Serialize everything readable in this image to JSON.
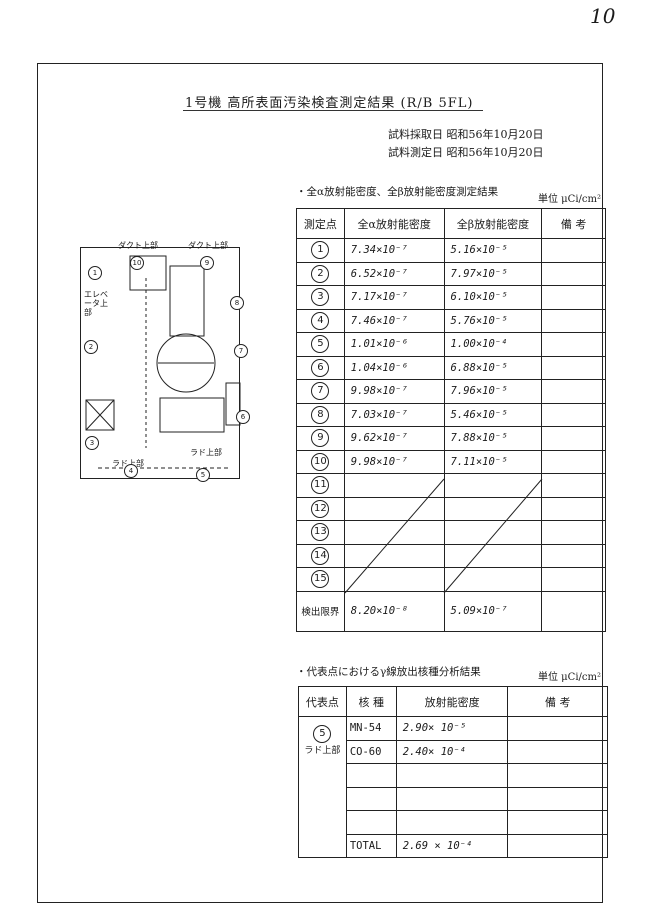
{
  "page_number": "10",
  "title": "1号機 高所表面汚染検査測定結果 (R/B 5FL)",
  "sample_dates": {
    "collection": "試料採取日 昭和56年10月20日",
    "measurement": "試料測定日 昭和56年10月20日"
  },
  "section1": {
    "heading": "・全α放射能密度、全β放射能密度測定結果",
    "unit": "単位 μCi/cm²",
    "headers": [
      "測定点",
      "全α放射能密度",
      "全β放射能密度",
      "備 考"
    ],
    "rows": [
      {
        "point": "1",
        "alpha": "7.34×10⁻⁷",
        "beta": "5.16×10⁻⁵"
      },
      {
        "point": "2",
        "alpha": "6.52×10⁻⁷",
        "beta": "7.97×10⁻⁵"
      },
      {
        "point": "3",
        "alpha": "7.17×10⁻⁷",
        "beta": "6.10×10⁻⁵"
      },
      {
        "point": "4",
        "alpha": "7.46×10⁻⁷",
        "beta": "5.76×10⁻⁵"
      },
      {
        "point": "5",
        "alpha": "1.01×10⁻⁶",
        "beta": "1.00×10⁻⁴"
      },
      {
        "point": "6",
        "alpha": "1.04×10⁻⁶",
        "beta": "6.88×10⁻⁵"
      },
      {
        "point": "7",
        "alpha": "9.98×10⁻⁷",
        "beta": "7.96×10⁻⁵"
      },
      {
        "point": "8",
        "alpha": "7.03×10⁻⁷",
        "beta": "5.46×10⁻⁵"
      },
      {
        "point": "9",
        "alpha": "9.62×10⁻⁷",
        "beta": "7.88×10⁻⁵"
      },
      {
        "point": "10",
        "alpha": "9.98×10⁻⁷",
        "beta": "7.11×10⁻⁵"
      },
      {
        "point": "11",
        "alpha": "",
        "beta": ""
      },
      {
        "point": "12",
        "alpha": "",
        "beta": ""
      },
      {
        "point": "13",
        "alpha": "",
        "beta": ""
      },
      {
        "point": "14",
        "alpha": "",
        "beta": ""
      },
      {
        "point": "15",
        "alpha": "",
        "beta": ""
      }
    ],
    "limit_label": "検出限界",
    "limit_alpha": "8.20×10⁻⁸",
    "limit_beta": "5.09×10⁻⁷"
  },
  "section2": {
    "heading": "・代表点におけるγ線放出核種分析結果",
    "unit": "単位 μCi/cm²",
    "headers": [
      "代表点",
      "核 種",
      "放射能密度",
      "備 考"
    ],
    "rep_point": "5",
    "rep_label": "ラド上部",
    "rows": [
      {
        "nuclide": "MN-54",
        "value": "2.90× 10⁻⁵"
      },
      {
        "nuclide": "CO-60",
        "value": "2.40× 10⁻⁴"
      },
      {
        "nuclide": "",
        "value": ""
      },
      {
        "nuclide": "",
        "value": ""
      },
      {
        "nuclide": "",
        "value": ""
      },
      {
        "nuclide": "TOTAL",
        "value": "2.69 × 10⁻⁴"
      }
    ]
  },
  "map": {
    "labels": {
      "top_left": "ダクト上部",
      "top_right": "ダクト上部",
      "elevator": "エレベータ上部",
      "bottom_left": "ラド上部",
      "bottom_right": "ラド上部"
    },
    "points": [
      "1",
      "2",
      "3",
      "4",
      "5",
      "6",
      "7",
      "8",
      "9",
      "10"
    ]
  }
}
